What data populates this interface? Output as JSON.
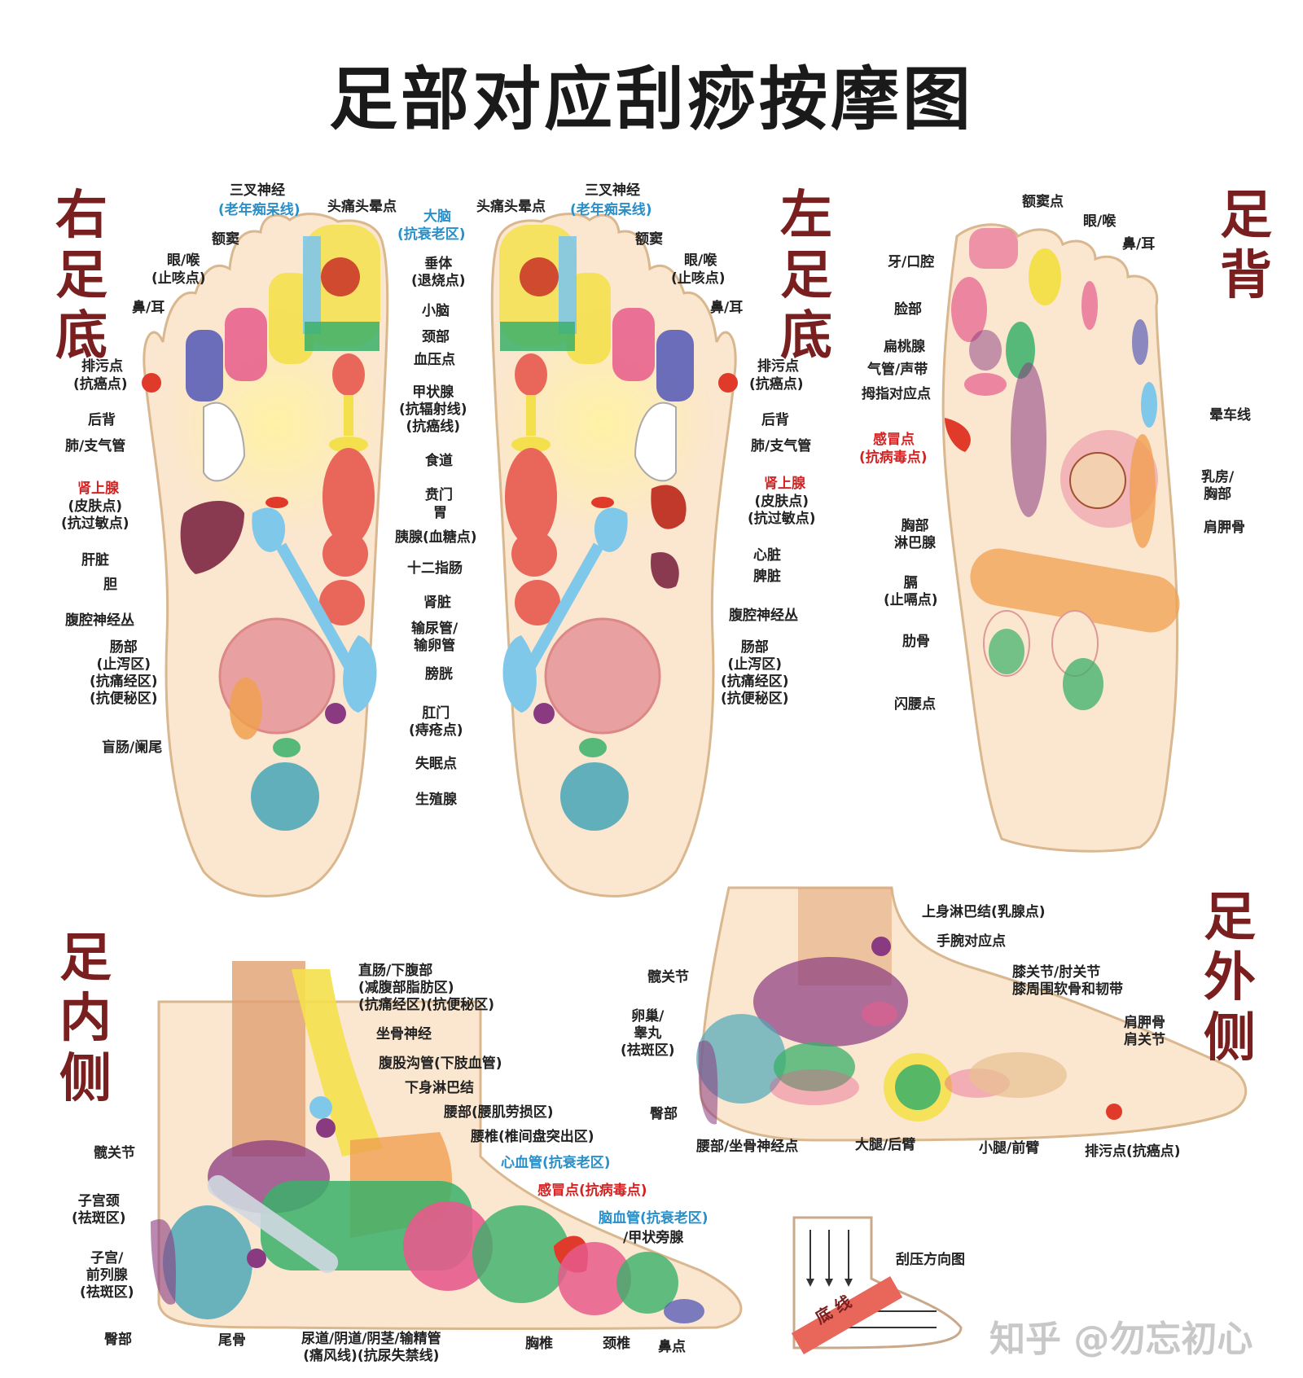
{
  "title": "足部对应刮痧按摩图",
  "panels": {
    "right_sole": "右\n足\n底",
    "left_sole": "左\n足\n底",
    "instep": "足\n背",
    "inner": "足\n内\n侧",
    "outer": "足\n外\n侧"
  },
  "sole_labels": {
    "top_nerve": "三叉神经",
    "top_nerve_sub": "(老年痴呆线)",
    "headache": "头痛头晕点",
    "brain": "大脑",
    "brain_sub": "(抗衰老区)",
    "frontal_sinus": "额窦",
    "eye_throat": "眼/喉",
    "eye_throat_sub": "(止咳点)",
    "nose_ear": "鼻/耳",
    "drain": "排污点",
    "drain_sub": "(抗癌点)",
    "back": "后背",
    "lung": "肺/支气管",
    "adrenal": "肾上腺",
    "adrenal_sub": "(皮肤点)\n(抗过敏点)",
    "liver": "肝脏",
    "gallbladder": "胆",
    "celiac": "腹腔神经丛",
    "intestine": "肠部\n(止泻区)\n(抗痛经区)\n(抗便秘区)",
    "appendix": "盲肠/阑尾",
    "heart": "心脏",
    "spleen": "脾脏",
    "pituitary": "垂体\n(退烧点)",
    "cerebellum": "小脑",
    "neck": "颈部",
    "blood_pressure": "血压点",
    "thyroid": "甲状腺\n(抗辐射线)\n(抗癌线)",
    "esophagus": "食道",
    "cardia": "贲门",
    "stomach": "胃",
    "pancreas": "胰腺(血糖点)",
    "duodenum": "十二指肠",
    "kidney": "肾脏",
    "ureter": "输尿管/\n输卵管",
    "bladder": "膀胱",
    "anus": "肛门\n(痔疮点)",
    "insomnia": "失眠点",
    "gonad": "生殖腺"
  },
  "instep_labels": {
    "sinus": "额窦点",
    "eye_throat": "眼/喉",
    "nose_ear": "鼻/耳",
    "teeth": "牙/口腔",
    "face": "脸部",
    "tonsil": "扁桃腺",
    "trachea": "气管/声带",
    "thumb": "拇指对应点",
    "cold": "感冒点",
    "cold_sub": "(抗病毒点)",
    "motion": "晕车线",
    "breast": "乳房/\n胸部",
    "scapula": "肩胛骨",
    "chest_lymph": "胸部\n淋巴腺",
    "diaphragm": "膈\n(止嗝点)",
    "rib": "肋骨",
    "lumbar": "闪腰点"
  },
  "inner_labels": {
    "rectum": "直肠/下腹部\n(减腹部脂肪区)\n(抗痛经区)(抗便秘区)",
    "sciatic": "坐骨神经",
    "groin": "腹股沟管(下肢血管)",
    "lower_lymph": "下身淋巴结",
    "waist": "腰部(腰肌劳损区)",
    "lumbar_spine": "腰椎(椎间盘突出区)",
    "heart_vessel": "心血管(抗衰老区)",
    "cold": "感冒点(抗病毒点)",
    "brain_vessel": "脑血管(抗衰老区)",
    "parathyroid": "/甲状旁腺",
    "hip": "髋关节",
    "cervix": "子宫颈\n(祛斑区)",
    "uterus": "子宫/\n前列腺\n(祛斑区)",
    "buttock": "臀部",
    "coccyx": "尾骨",
    "urethra": "尿道/阴道/阴茎/输精管\n(痛风线)(抗尿失禁线)",
    "thoracic": "胸椎",
    "cervical": "颈椎",
    "nose": "鼻点"
  },
  "outer_labels": {
    "upper_lymph": "上身淋巴结(乳腺点)",
    "wrist": "手腕对应点",
    "hip": "髋关节",
    "knee": "膝关节/肘关节\n膝周围软骨和韧带",
    "ovary": "卵巢/\n睾丸\n(祛斑区)",
    "shoulder": "肩胛骨\n肩关节",
    "buttock": "臀部",
    "waist_sciatic": "腰部/坐骨神经点",
    "thigh": "大腿/后臂",
    "calf": "小腿/前臂",
    "drain": "排污点(抗癌点)"
  },
  "scrape": {
    "title": "刮压方向图",
    "text": "底 线"
  },
  "watermark": "知乎 @勿忘初心",
  "colors": {
    "skin": "#fbe6cf",
    "outline": "#d9b78f",
    "panel_title": "#7a1f1f",
    "yellow": "#f4e04d",
    "pink": "#e65b8c",
    "navy": "#5b5fb8",
    "red": "#e03a2a",
    "salmon": "#e8665a",
    "lightblue": "#7fc8ea",
    "green": "#3ab06a",
    "teal": "#4fa8b8",
    "purple": "#8a3a80",
    "orange": "#f0a050"
  }
}
